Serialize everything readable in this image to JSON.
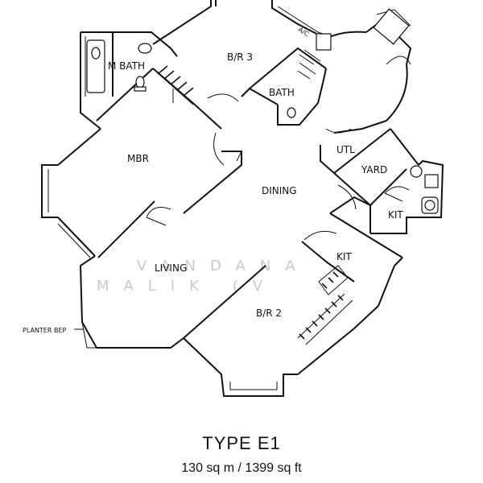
{
  "plan": {
    "type_label": "TYPE E1",
    "area_label": "130 sq m / 1399 sq ft",
    "rooms": {
      "m_bath": "M BATH",
      "br3": "B/R 3",
      "bath": "BATH",
      "mbr": "MBR",
      "utl": "UTL",
      "yard": "YARD",
      "dining": "DINING",
      "kit_small": "KIT",
      "kit": "KIT",
      "living": "LIVING",
      "br2": "B/R 2"
    },
    "annotations": {
      "planter": "PLANTER BEP",
      "ac": "A/C"
    },
    "watermark": {
      "line1": "VANDANA",
      "line2": "MALIK (V"
    }
  }
}
